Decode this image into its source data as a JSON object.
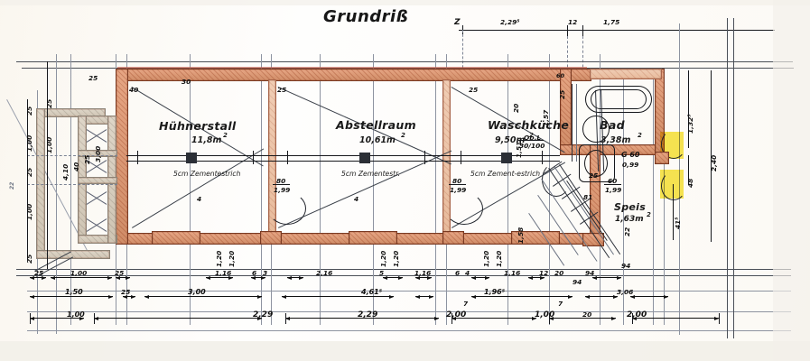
{
  "drawing": {
    "title": "Grundriß",
    "type": "architectural-floor-plan",
    "language": "de"
  },
  "rooms": [
    {
      "name": "Hühnerstall",
      "area": "11,8m",
      "area_sup": "2",
      "floor_note": "5cm Zementestrich"
    },
    {
      "name": "Abstellraum",
      "area": "10,61m",
      "area_sup": "2",
      "floor_note": "5cm Zementestr."
    },
    {
      "name": "Waschküche",
      "area": "9,50m",
      "area_sup": "2",
      "floor_note": "5cm Zement-estrich"
    },
    {
      "name": "Bad",
      "area": "3,38m",
      "area_sup": "2",
      "floor_note": ""
    },
    {
      "name": "Speis",
      "area": "1,63m",
      "area_sup": "2",
      "floor_note": ""
    }
  ],
  "openings": [
    {
      "id": "door-huehnerstall",
      "width": "80",
      "height": "1,99"
    },
    {
      "id": "door-abstellraum",
      "width": "80",
      "height": "1,99"
    },
    {
      "id": "door-waschkueche",
      "width": "80",
      "height": "1,99"
    },
    {
      "id": "door-bad",
      "label": "G 60",
      "height": "0,99"
    },
    {
      "id": "door-speis",
      "width": "60",
      "height": "1,99"
    },
    {
      "id": "window-roof-light",
      "label": "Ob.L",
      "size": "30/100"
    }
  ],
  "dims_top": [
    "2,29⁵",
    "12",
    "1,75"
  ],
  "dims_top_inner": [
    "25",
    "40",
    "30",
    "25",
    "25",
    "25",
    "20"
  ],
  "dims_right": [
    "1,32⁵",
    "2,40",
    "48",
    "41⁵",
    "2,40"
  ],
  "dims_left": [
    "25",
    "1,00",
    "25",
    "1,00",
    "25",
    "1,00",
    "25",
    "3,00",
    "4,10",
    "40",
    "25",
    "22"
  ],
  "dims_bottom_row1": [
    "25",
    "1,00",
    "25",
    "1,16",
    "6",
    "3",
    "2,16",
    "5",
    "1,16",
    "6",
    "4",
    "1,16",
    "12",
    "20",
    "94"
  ],
  "dims_bottom_row2": [
    "1,50",
    "25",
    "3,00",
    "2,29",
    "4,61⁵",
    "7",
    "1,96⁵",
    "94",
    "3,06"
  ],
  "dims_bottom_row3": [
    "1,00",
    "2,29",
    "4,61⁵",
    "2,29",
    "2,00",
    "1,00",
    "20",
    "2,00"
  ],
  "dims_interior": [
    "1,51",
    "1,58",
    "81",
    "25",
    "4",
    "1,20",
    "1,20",
    "60",
    "1,99",
    "1,56",
    "1,57",
    "22"
  ],
  "colors": {
    "wall": "#d08d68",
    "wall_outline": "#7a3a22",
    "highlight": "#f6e234",
    "ink": "#16181c",
    "thin_line": "#7b8292",
    "red_line": "#c4503a",
    "paper": "#fdfcfa"
  }
}
